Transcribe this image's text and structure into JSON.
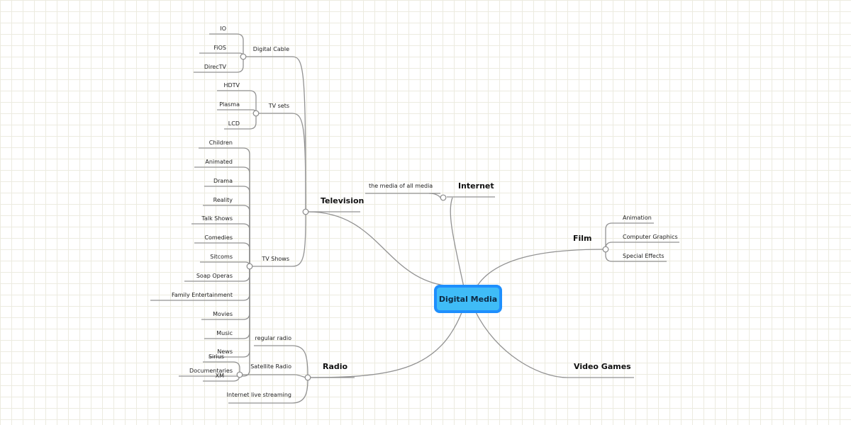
{
  "central": "Digital Media",
  "branches": {
    "television": {
      "label": "Television",
      "digital_cable": {
        "label": "Digital Cable",
        "children": [
          "IO",
          "FiOS",
          "DirecTV"
        ]
      },
      "tv_sets": {
        "label": "TV sets",
        "children": [
          "HDTV",
          "Plasma",
          "LCD"
        ]
      },
      "tv_shows": {
        "label": "TV Shows",
        "children": [
          "Children",
          "Animated",
          "Drama",
          "Reality",
          "Talk Shows",
          "Comedies",
          "Sitcoms",
          "Soap Operas",
          "Family Entertainment",
          "Movies",
          "Music",
          "News",
          "Documentaries"
        ]
      }
    },
    "internet": {
      "label": "Internet",
      "children": [
        "the media of all media"
      ]
    },
    "film": {
      "label": "Film",
      "children": [
        "Animation",
        "Computer Graphics",
        "Special Effects"
      ]
    },
    "radio": {
      "label": "Radio",
      "regular_radio": {
        "label": "regular radio"
      },
      "satellite_radio": {
        "label": "Satellite Radio",
        "children": [
          "Sirius",
          "XM"
        ]
      },
      "internet_live": {
        "label": "Internet live streaming"
      }
    },
    "video_games": {
      "label": "Video Games"
    }
  }
}
